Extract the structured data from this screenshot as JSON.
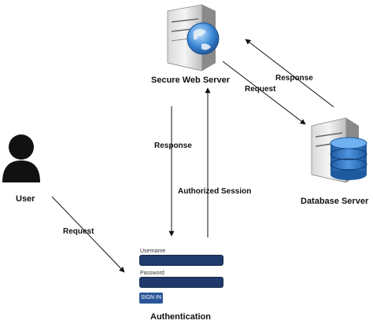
{
  "nodes": {
    "web_server": "Secure Web Server",
    "database": "Database Server",
    "user": "User",
    "auth": "Authentication"
  },
  "edges": {
    "req_user_auth": "Request",
    "response_web_auth": "Response",
    "authorized_session": "Authorized Session",
    "req_web_db": "Request",
    "response_db_web": "Response"
  },
  "login_form": {
    "username_label": "Username",
    "password_label": "Password",
    "signin_label": "SIGN IN"
  },
  "colors": {
    "field": "#1f3a6b",
    "button": "#2a5699",
    "db_blue": "#2d6fb8",
    "user_icon": "#111111"
  }
}
